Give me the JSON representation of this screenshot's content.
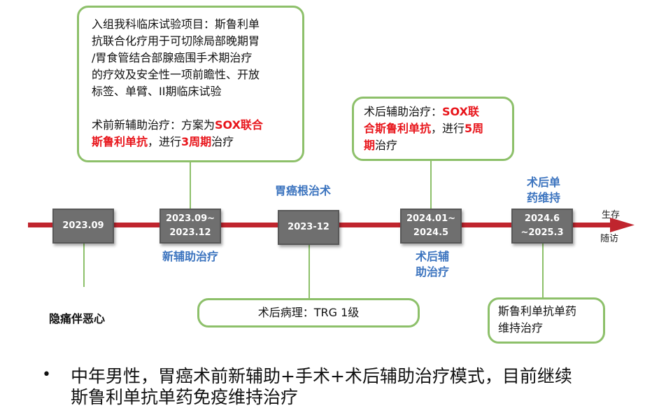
{
  "callouts": {
    "enrollment": {
      "line1": "入组我科临床试验项目：斯鲁利单",
      "line2": "抗联合化疗用于可切除局部晚期胃",
      "line3": "/胃食管结合部腺癌围手术期治疗",
      "line4": "的疗效及安全性一项前瞻性、开放",
      "line5": "标签、单臂、II期临床试验",
      "neo_prefix": "术前新辅助治疗：方案为",
      "neo_red1": "SOX联合",
      "neo_red2": "斯鲁利单抗",
      "neo_mid": "，进行",
      "neo_red3": "3周期",
      "neo_suffix": "治疗"
    },
    "adjuvant": {
      "prefix": "术后辅助治疗：",
      "red1": "SOX联",
      "red2": "合斯鲁利单抗",
      "mid": "，进行",
      "red3": "5周",
      "red4": "期",
      "suffix": "治疗"
    },
    "pathology": "术后病理：TRG 1级",
    "maintenance": {
      "line1": "斯鲁利单抗单药",
      "line2": "维持治疗"
    }
  },
  "timeline": {
    "nodes": [
      {
        "line1": "2023.09",
        "line2": ""
      },
      {
        "line1": "2023.09~",
        "line2": "2023.12"
      },
      {
        "line1": "2023-12",
        "line2": ""
      },
      {
        "line1": "2024.01~",
        "line2": "2024.5"
      },
      {
        "line1": "2024.6",
        "line2": "~2025.3"
      }
    ],
    "end_top": "生存",
    "end_bottom": "随访"
  },
  "phases": {
    "neoadjuvant": "新辅助治疗",
    "surgery": "胃癌根治术",
    "postop_line1": "术后辅",
    "postop_line2": "助治疗",
    "maint_line1": "术后单",
    "maint_line2": "药维持"
  },
  "event": "隐痛伴恶心",
  "summary": {
    "line1": "中年男性，胃癌术前新辅助+手术+术后辅助治疗模式，目前继续",
    "line2": "斯鲁利单抗单药免疫维持治疗"
  },
  "colors": {
    "arrow": "#c0252e",
    "box": "#6f6f6f",
    "callout_border": "#8dc06a",
    "phase_text": "#3c74bf",
    "highlight": "#e8151b"
  }
}
